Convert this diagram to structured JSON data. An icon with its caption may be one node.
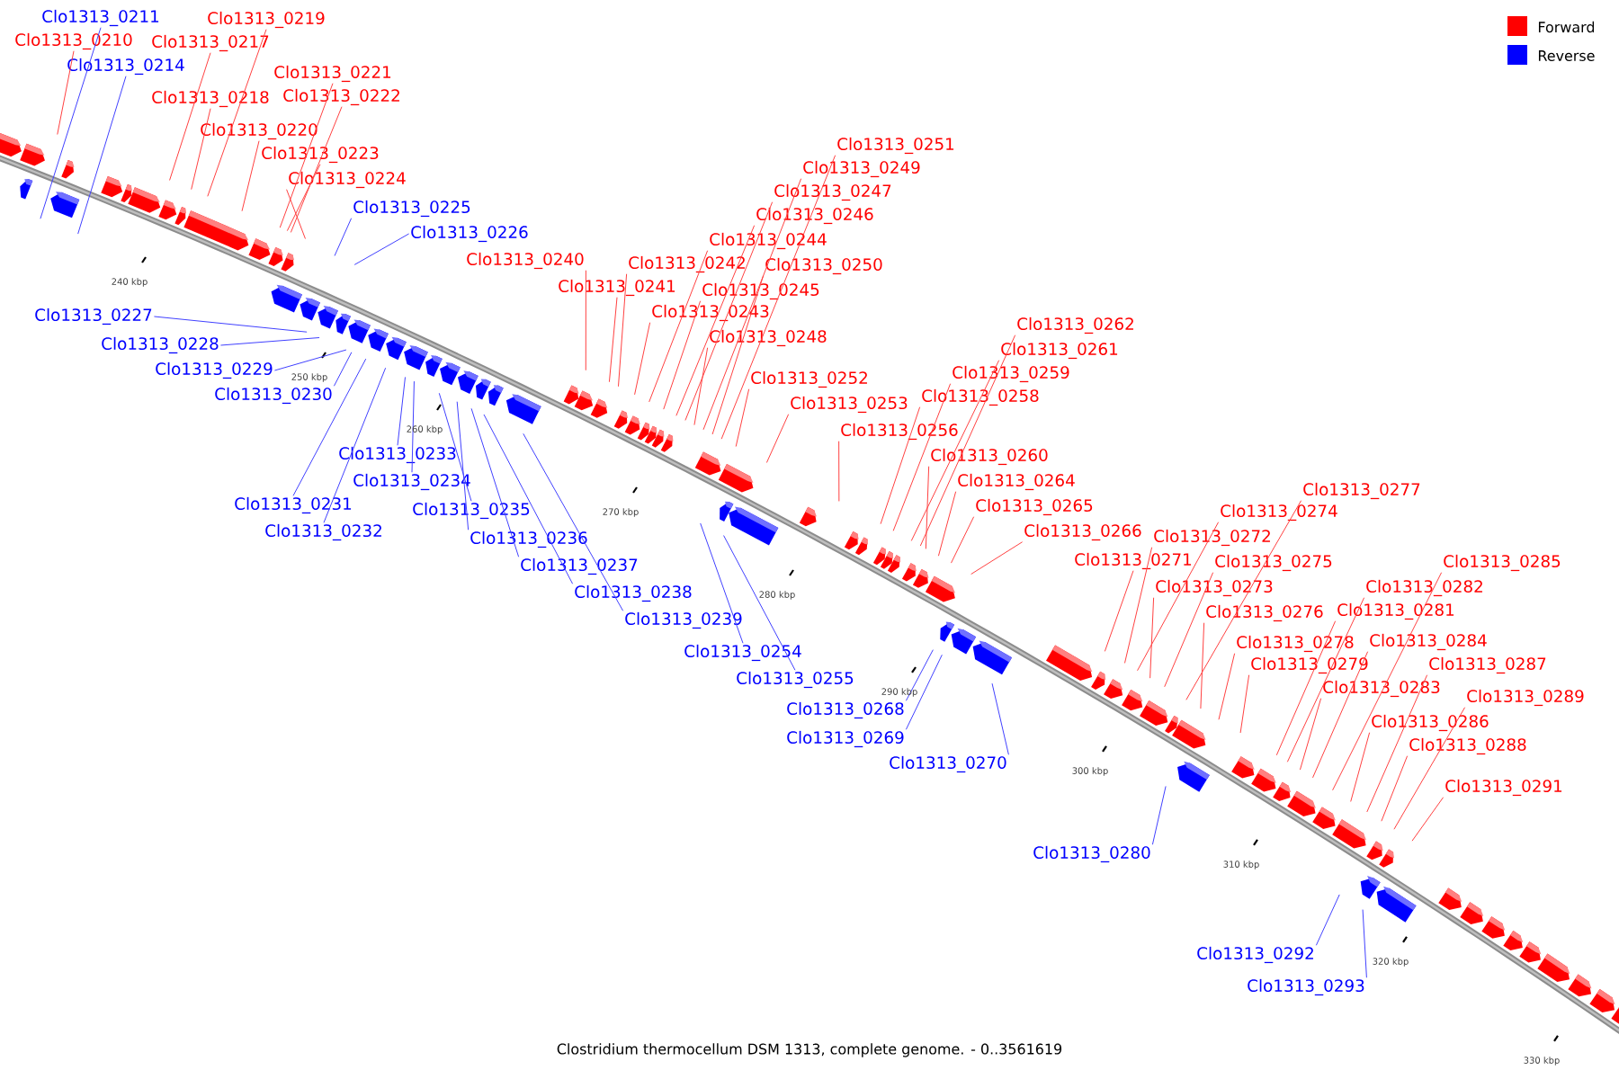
{
  "diagram": {
    "caption": "Clostridium thermocellum DSM 1313, complete genome. - 0..3561619",
    "nodes": [
      {
        "text": [
          "Clo1313_0210"
        ]
      },
      {
        "text": [
          "Clo1313_0211"
        ]
      },
      {
        "text": [
          "Clo1313_0214"
        ]
      },
      {
        "text": [
          "Clo1313_0217"
        ]
      },
      {
        "text": [
          "Clo1313_0218"
        ]
      },
      {
        "text": [
          "Clo1313_0219"
        ]
      },
      {
        "text": [
          "Clo1313_0220"
        ]
      },
      {
        "text": [
          "Clo1313_0221"
        ]
      },
      {
        "text": [
          "Clo1313_0222"
        ]
      },
      {
        "text": [
          "Clo1313_0223"
        ]
      },
      {
        "text": [
          "Clo1313_0224"
        ]
      },
      {
        "text": [
          "Clo1313_0225"
        ]
      },
      {
        "text": [
          "Clo1313_0226"
        ]
      },
      {
        "text": [
          "Clo1313_0227"
        ]
      },
      {
        "text": [
          "Clo1313_0228"
        ]
      },
      {
        "text": [
          "Clo1313_0229"
        ]
      },
      {
        "text": [
          "Clo1313_0230"
        ]
      },
      {
        "text": [
          "Clo1313_0231"
        ]
      },
      {
        "text": [
          "Clo1313_0232"
        ]
      },
      {
        "text": [
          "Clo1313_0233"
        ]
      },
      {
        "text": [
          "Clo1313_0234"
        ]
      },
      {
        "text": [
          "Clo1313_0235"
        ]
      },
      {
        "text": [
          "Clo1313_0236"
        ]
      },
      {
        "text": [
          "Clo1313_0237"
        ]
      },
      {
        "text": [
          "Clo1313_0238"
        ]
      },
      {
        "text": [
          "Clo1313_0239"
        ]
      },
      {
        "text": [
          "Clo1313_0240"
        ]
      },
      {
        "text": [
          "Clo1313_0241"
        ]
      },
      {
        "text": [
          "Clo1313_0242"
        ]
      },
      {
        "text": [
          "Clo1313_0243"
        ]
      },
      {
        "text": [
          "Clo1313_0244"
        ]
      },
      {
        "text": [
          "Clo1313_0245"
        ]
      },
      {
        "text": [
          "Clo1313_0246"
        ]
      },
      {
        "text": [
          "Clo1313_0247"
        ]
      },
      {
        "text": [
          "Clo1313_0248"
        ]
      },
      {
        "text": [
          "Clo1313_0249"
        ]
      },
      {
        "text": [
          "Clo1313_0250"
        ]
      },
      {
        "text": [
          "Clo1313_0251"
        ]
      },
      {
        "text": [
          "Clo1313_0252"
        ]
      },
      {
        "text": [
          "Clo1313_0253"
        ]
      },
      {
        "text": [
          "Clo1313_0254"
        ]
      },
      {
        "text": [
          "Clo1313_0255"
        ]
      },
      {
        "text": [
          "Clo1313_0256"
        ]
      },
      {
        "text": [
          "Clo1313_0258"
        ]
      },
      {
        "text": [
          "Clo1313_0259"
        ]
      },
      {
        "text": [
          "Clo1313_0260"
        ]
      },
      {
        "text": [
          "Clo1313_0261"
        ]
      },
      {
        "text": [
          "Clo1313_0262"
        ]
      },
      {
        "text": [
          "Clo1313_0264"
        ]
      },
      {
        "text": [
          "Clo1313_0265"
        ]
      },
      {
        "text": [
          "Clo1313_0266"
        ]
      },
      {
        "text": [
          "Clo1313_0268"
        ]
      },
      {
        "text": [
          "Clo1313_0269"
        ]
      },
      {
        "text": [
          "Clo1313_0270"
        ]
      },
      {
        "text": [
          "Clo1313_0271"
        ]
      },
      {
        "text": [
          "Clo1313_0272"
        ]
      },
      {
        "text": [
          "Clo1313_0273"
        ]
      },
      {
        "text": [
          "Clo1313_0274"
        ]
      },
      {
        "text": [
          "Clo1313_0275"
        ]
      },
      {
        "text": [
          "Clo1313_0276"
        ]
      },
      {
        "text": [
          "Clo1313_0277"
        ]
      },
      {
        "text": [
          "Clo1313_0278"
        ]
      },
      {
        "text": [
          "Clo1313_0279"
        ]
      },
      {
        "text": [
          "Clo1313_0280"
        ]
      },
      {
        "text": [
          "Clo1313_0281"
        ]
      },
      {
        "text": [
          "Clo1313_0282"
        ]
      },
      {
        "text": [
          "Clo1313_0283"
        ]
      },
      {
        "text": [
          "Clo1313_0284"
        ]
      },
      {
        "text": [
          "Clo1313_0285"
        ]
      },
      {
        "text": [
          "Clo1313_0286"
        ]
      },
      {
        "text": [
          "Clo1313_0287"
        ]
      },
      {
        "text": [
          "Clo1313_0288"
        ]
      },
      {
        "text": [
          "Clo1313_0289"
        ]
      },
      {
        "text": [
          "Clo1313_0291"
        ]
      },
      {
        "text": [
          "Clo1313_0292"
        ]
      },
      {
        "text": [
          "Clo1313_0293"
        ]
      }
    ],
    "edges": [
      {
        "from": 0,
        "to": null,
        "arrow": "none"
      },
      {
        "from": 1,
        "to": null,
        "arrow": "none",
        "color": "#4040ff"
      },
      {
        "from": 2,
        "to": null,
        "arrow": "none",
        "color": "#4040ff"
      },
      {
        "from": 3,
        "to": null,
        "arrow": "none"
      },
      {
        "from": 4,
        "to": null,
        "arrow": "none"
      },
      {
        "from": 5,
        "to": null,
        "arrow": "none"
      },
      {
        "from": 6,
        "to": null,
        "arrow": "none"
      },
      {
        "from": 7,
        "to": null,
        "arrow": "none"
      },
      {
        "from": 8,
        "to": null,
        "arrow": "none"
      },
      {
        "from": 9,
        "to": null,
        "arrow": "none"
      },
      {
        "from": 10,
        "to": null,
        "arrow": "none"
      },
      {
        "from": 11,
        "to": null,
        "arrow": "none",
        "color": "#4040ff"
      },
      {
        "from": 12,
        "to": null,
        "arrow": "none",
        "color": "#4040ff"
      },
      {
        "from": 13,
        "to": null,
        "arrow": "none",
        "color": "#4040ff"
      },
      {
        "from": 14,
        "to": null,
        "arrow": "none",
        "color": "#4040ff"
      },
      {
        "from": 15,
        "to": null,
        "arrow": "none",
        "color": "#4040ff"
      },
      {
        "from": 16,
        "to": null,
        "arrow": "none",
        "color": "#4040ff"
      },
      {
        "from": 17,
        "to": null,
        "arrow": "none",
        "color": "#4040ff"
      },
      {
        "from": 18,
        "to": null,
        "arrow": "none",
        "color": "#4040ff"
      },
      {
        "from": 19,
        "to": null,
        "arrow": "none",
        "color": "#4040ff"
      },
      {
        "from": 20,
        "to": null,
        "arrow": "none",
        "color": "#4040ff"
      },
      {
        "from": 21,
        "to": null,
        "arrow": "none",
        "color": "#4040ff"
      },
      {
        "from": 22,
        "to": null,
        "arrow": "none",
        "color": "#4040ff"
      },
      {
        "from": 23,
        "to": null,
        "arrow": "none",
        "color": "#4040ff"
      },
      {
        "from": 24,
        "to": null,
        "arrow": "none",
        "color": "#4040ff"
      },
      {
        "from": 25,
        "to": null,
        "arrow": "none",
        "color": "#4040ff"
      },
      {
        "from": 26,
        "to": null,
        "arrow": "none"
      },
      {
        "from": 27,
        "to": null,
        "arrow": "none"
      },
      {
        "from": 28,
        "to": null,
        "arrow": "none"
      },
      {
        "from": 29,
        "to": null,
        "arrow": "none"
      },
      {
        "from": 30,
        "to": null,
        "arrow": "none"
      },
      {
        "from": 31,
        "to": null,
        "arrow": "none"
      },
      {
        "from": 32,
        "to": null,
        "arrow": "none"
      },
      {
        "from": 33,
        "to": null,
        "arrow": "none"
      },
      {
        "from": 34,
        "to": null,
        "arrow": "none"
      },
      {
        "from": 35,
        "to": null,
        "arrow": "none"
      },
      {
        "from": 36,
        "to": null,
        "arrow": "none"
      },
      {
        "from": 37,
        "to": null,
        "arrow": "none"
      },
      {
        "from": 38,
        "to": null,
        "arrow": "none"
      },
      {
        "from": 39,
        "to": null,
        "arrow": "none"
      },
      {
        "from": 40,
        "to": null,
        "arrow": "none",
        "color": "#4040ff"
      },
      {
        "from": 41,
        "to": null,
        "arrow": "none",
        "color": "#4040ff"
      },
      {
        "from": 42,
        "to": null,
        "arrow": "none"
      },
      {
        "from": 43,
        "to": null,
        "arrow": "none"
      },
      {
        "from": 44,
        "to": null,
        "arrow": "none"
      },
      {
        "from": 45,
        "to": null,
        "arrow": "none"
      },
      {
        "from": 46,
        "to": null,
        "arrow": "none"
      },
      {
        "from": 47,
        "to": null,
        "arrow": "none"
      },
      {
        "from": 48,
        "to": null,
        "arrow": "none"
      },
      {
        "from": 49,
        "to": null,
        "arrow": "none"
      },
      {
        "from": 50,
        "to": null,
        "arrow": "none"
      },
      {
        "from": 51,
        "to": null,
        "arrow": "none",
        "color": "#4040ff"
      },
      {
        "from": 52,
        "to": null,
        "arrow": "none",
        "color": "#4040ff"
      },
      {
        "from": 53,
        "to": null,
        "arrow": "none",
        "color": "#4040ff"
      },
      {
        "from": 54,
        "to": null,
        "arrow": "none"
      },
      {
        "from": 55,
        "to": null,
        "arrow": "none"
      },
      {
        "from": 56,
        "to": null,
        "arrow": "none"
      },
      {
        "from": 57,
        "to": null,
        "arrow": "none"
      },
      {
        "from": 58,
        "to": null,
        "arrow": "none"
      },
      {
        "from": 59,
        "to": null,
        "arrow": "none"
      },
      {
        "from": 60,
        "to": null,
        "arrow": "none"
      },
      {
        "from": 61,
        "to": null,
        "arrow": "none"
      },
      {
        "from": 62,
        "to": null,
        "arrow": "none"
      },
      {
        "from": 63,
        "to": null,
        "arrow": "none",
        "color": "#4040ff"
      },
      {
        "from": 64,
        "to": null,
        "arrow": "none"
      },
      {
        "from": 65,
        "to": null,
        "arrow": "none"
      },
      {
        "from": 66,
        "to": null,
        "arrow": "none"
      },
      {
        "from": 67,
        "to": null,
        "arrow": "none"
      },
      {
        "from": 68,
        "to": null,
        "arrow": "none"
      },
      {
        "from": 69,
        "to": null,
        "arrow": "none"
      },
      {
        "from": 70,
        "to": null,
        "arrow": "none"
      },
      {
        "from": 71,
        "to": null,
        "arrow": "none"
      },
      {
        "from": 72,
        "to": null,
        "arrow": "none"
      },
      {
        "from": 73,
        "to": null,
        "arrow": "none"
      },
      {
        "from": 74,
        "to": null,
        "arrow": "none",
        "color": "#4040ff"
      },
      {
        "from": 75,
        "to": null,
        "arrow": "none",
        "color": "#4040ff"
      }
    ],
    "labels": [
      "240 kbp",
      "250 kbp",
      "260 kbp",
      "270 kbp",
      "280 kbp",
      "290 kbp",
      "300 kbp",
      "310 kbp",
      "320 kbp",
      "330 kbp"
    ],
    "legend": [
      {
        "text": "Forward",
        "color": "#ff0000"
      },
      {
        "text": "Reverse",
        "color": "#0000ff"
      }
    ]
  }
}
